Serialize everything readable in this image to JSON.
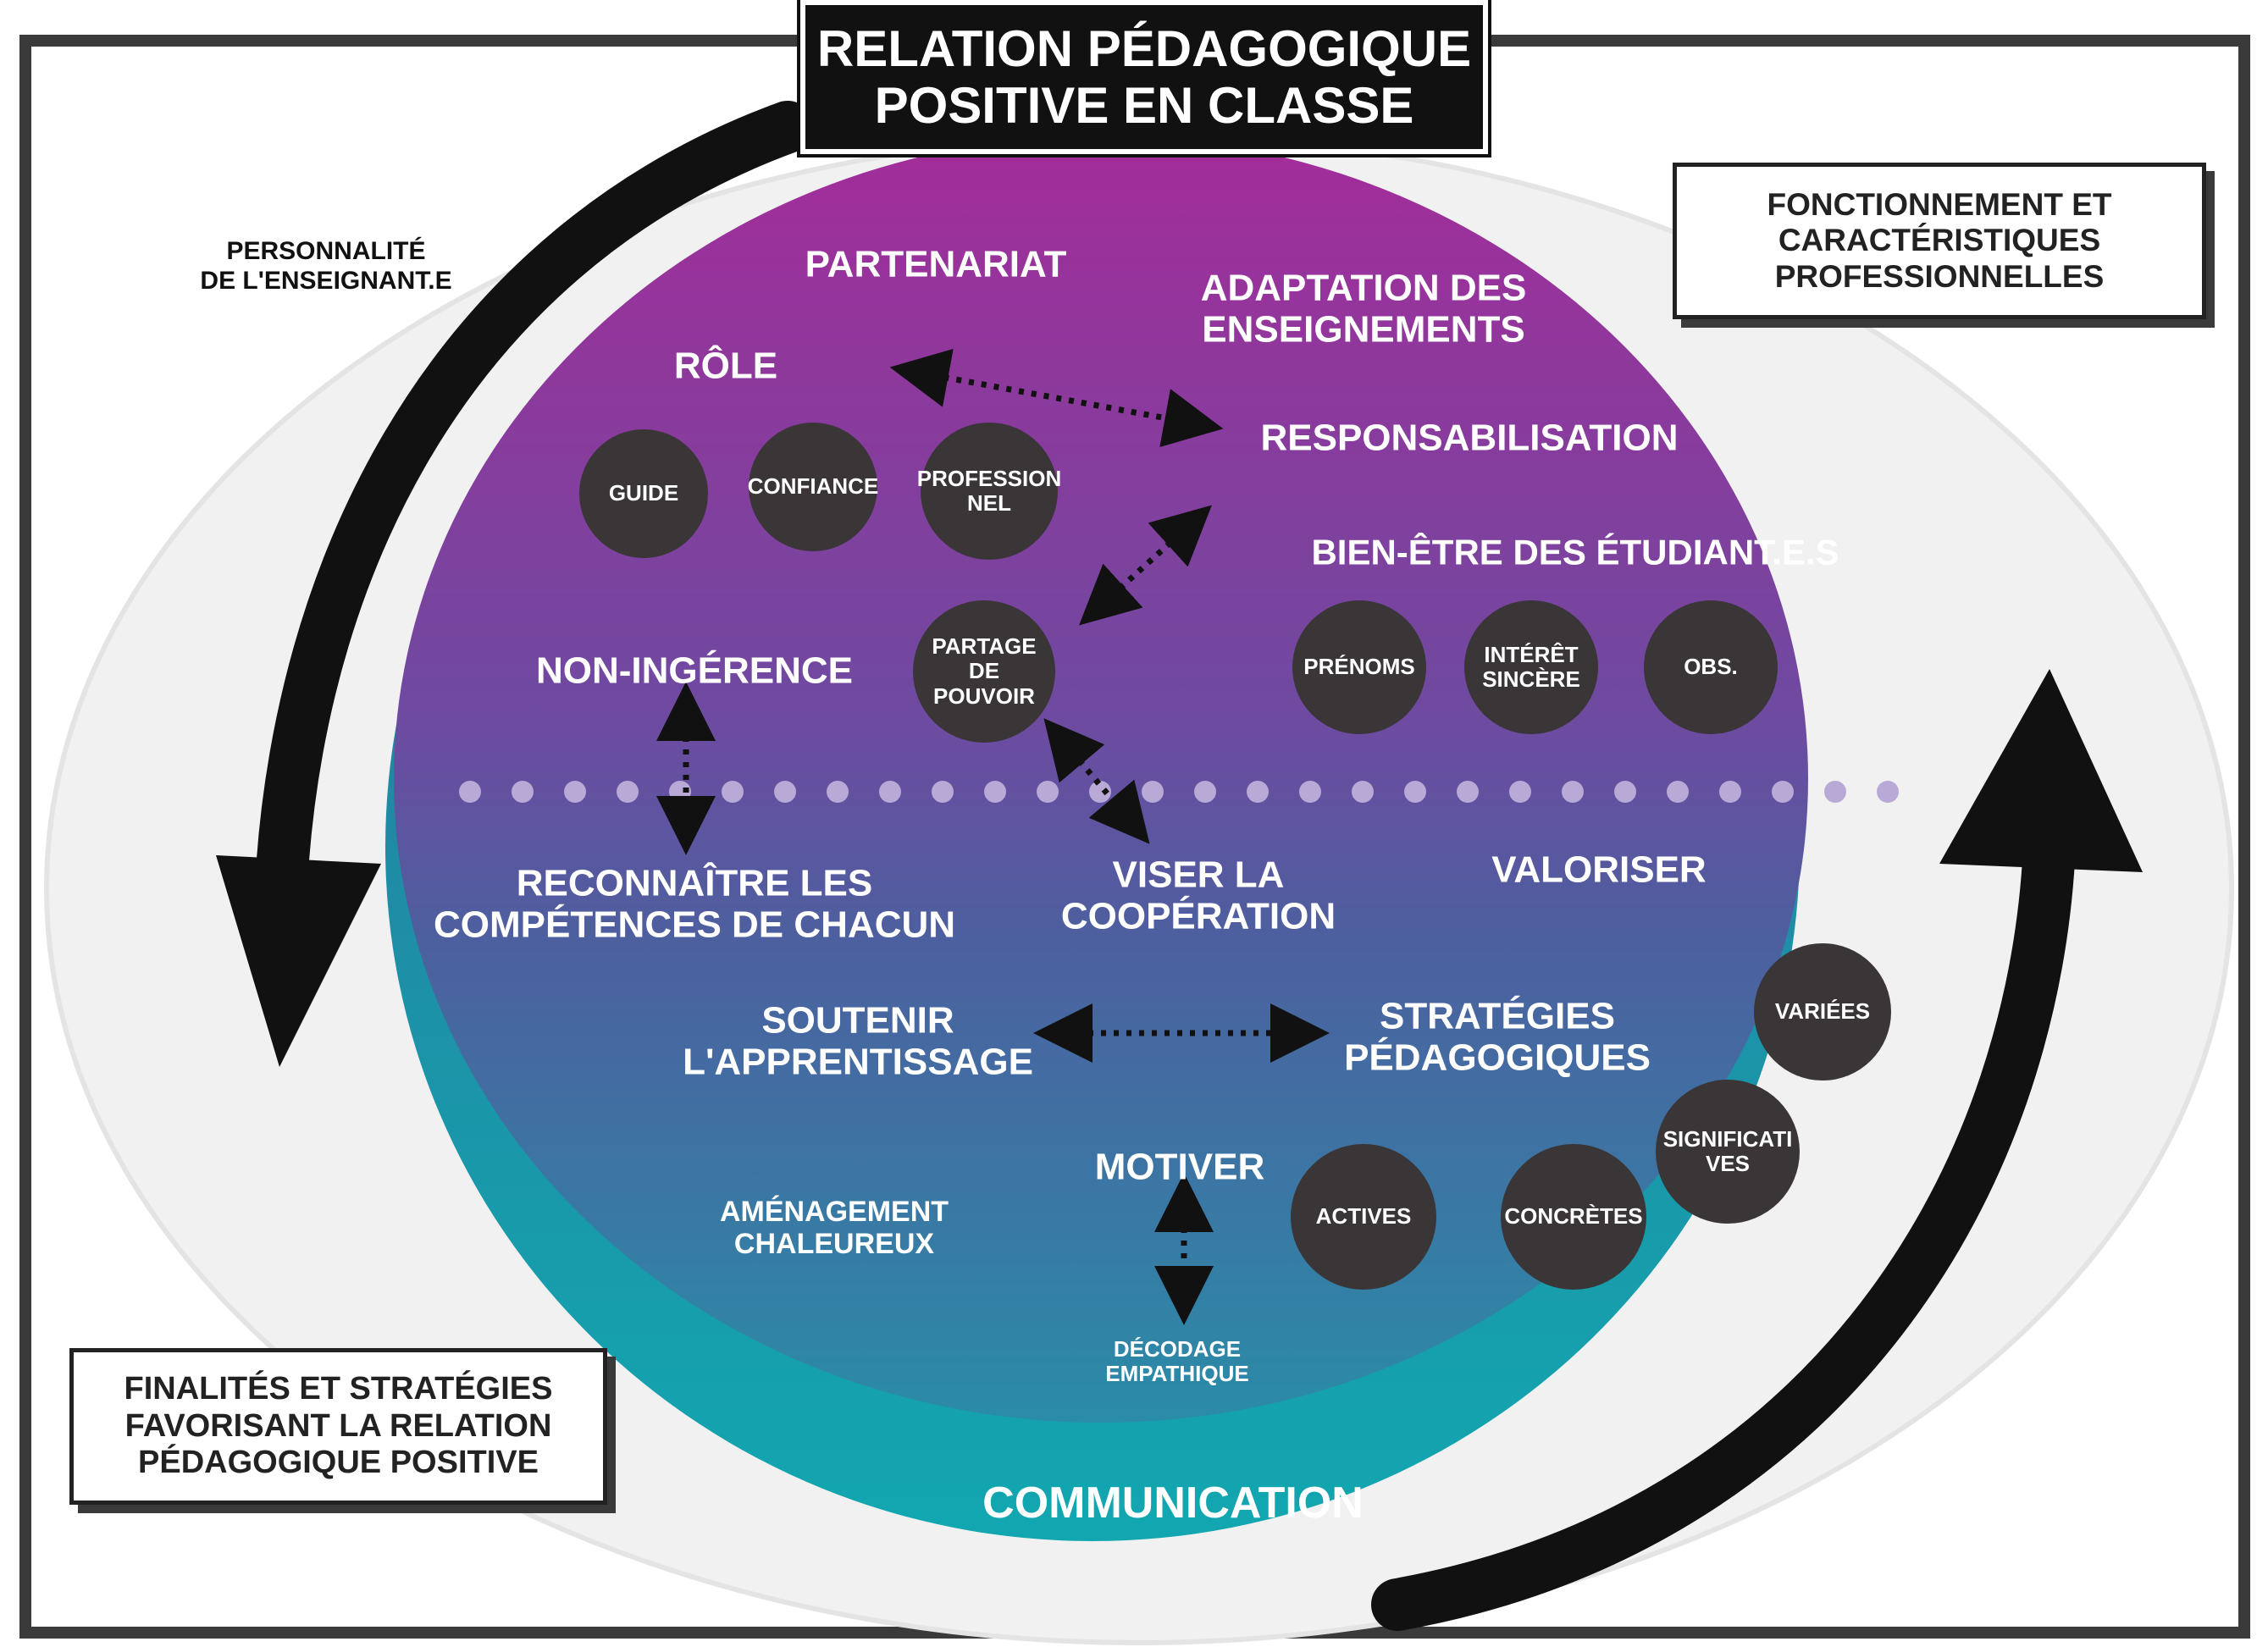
{
  "title": "RELATION PÉDAGOGIQUE\nPOSITIVE EN CLASSE",
  "side_labels": {
    "personnalite": "PERSONNALITÉ\nDE L'ENSEIGNANT.E",
    "fonctionnement": "FONCTIONNEMENT ET\nCARACTÉRISTIQUES\nPROFESSIONNELLES",
    "finalites": "FINALITÉS ET STRATÉGIES\nFAVORISANT LA RELATION\nPÉDAGOGIQUE POSITIVE"
  },
  "concepts": {
    "partenariat": "PARTENARIAT",
    "adaptation": "ADAPTATION DES\nENSEIGNEMENTS",
    "role": "RÔLE",
    "responsabilisation": "RESPONSABILISATION",
    "bien_etre": "BIEN-ÊTRE DES ÉTUDIANT.E.S",
    "non_ingerence": "NON-INGÉRENCE",
    "reconnaitre": "RECONNAÎTRE LES\nCOMPÉTENCES DE CHACUN",
    "viser": "VISER LA\nCOOPÉRATION",
    "valoriser": "VALORISER",
    "soutenir": "SOUTENIR\nL'APPRENTISSAGE",
    "strategies": "STRATÉGIES\nPÉDAGOGIQUES",
    "motiver": "MOTIVER",
    "amenagement": "AMÉNAGEMENT\nCHALEUREUX",
    "decodage": "DÉCODAGE\nEMPATHIQUE",
    "communication": "COMMUNICATION"
  },
  "bubbles": {
    "guide": "GUIDE",
    "confiance": "CONFIANCE",
    "professionnel": "PROFESSION\nNEL",
    "partage": "PARTAGE\nDE\nPOUVOIR",
    "prenoms": "PRÉNOMS",
    "interet": "INTÉRÊT\nSINCÈRE",
    "obs": "OBS.",
    "variees": "VARIÉES",
    "significatives": "SIGNIFICATI\nVES",
    "actives": "ACTIVES",
    "concretes": "CONCRÈTES"
  },
  "colors": {
    "top": "#a42c9a",
    "middle": "#5a5aa2",
    "bottom": "#1fa4ae",
    "bubble": "#3a3536"
  }
}
